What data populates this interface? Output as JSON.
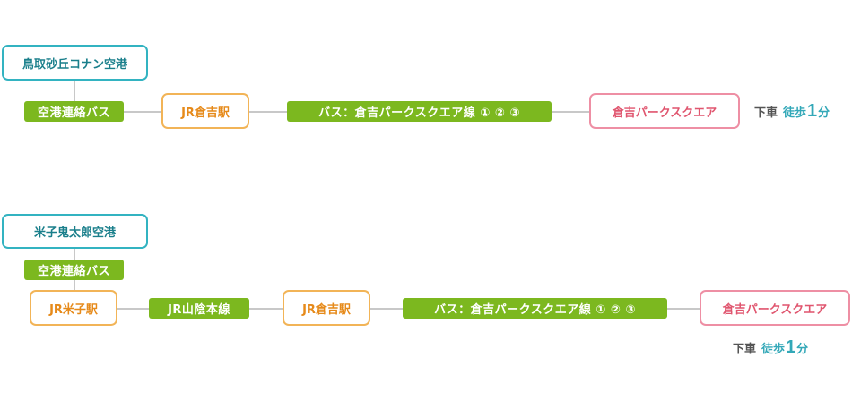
{
  "route1": {
    "airport": "鳥取砂丘コナン空港",
    "shuttle": "空港連絡バス",
    "station": "JR倉吉駅",
    "bus": "バス：倉吉パークスクエア線 ① ② ③",
    "destination": "倉吉パークスクエア",
    "getoff": "下車",
    "walk_label": "徒歩",
    "walk_minutes": "1",
    "walk_unit": "分"
  },
  "route2": {
    "airport": "米子鬼太郎空港",
    "shuttle": "空港連絡バス",
    "station1": "JR米子駅",
    "train": "JR山陰本線",
    "station2": "JR倉吉駅",
    "bus": "バス：倉吉パークスクエア線 ① ② ③",
    "destination": "倉吉パークスクエア",
    "getoff": "下車",
    "walk_label": "徒歩",
    "walk_minutes": "1",
    "walk_unit": "分"
  },
  "colors": {
    "airport_border": "#33b3c1",
    "station_border": "#f2b457",
    "destination_border": "#ee8fa4",
    "transit_fill": "#7cb81f",
    "connector": "#c8c8c8",
    "walk_accent": "#33a8b8"
  }
}
